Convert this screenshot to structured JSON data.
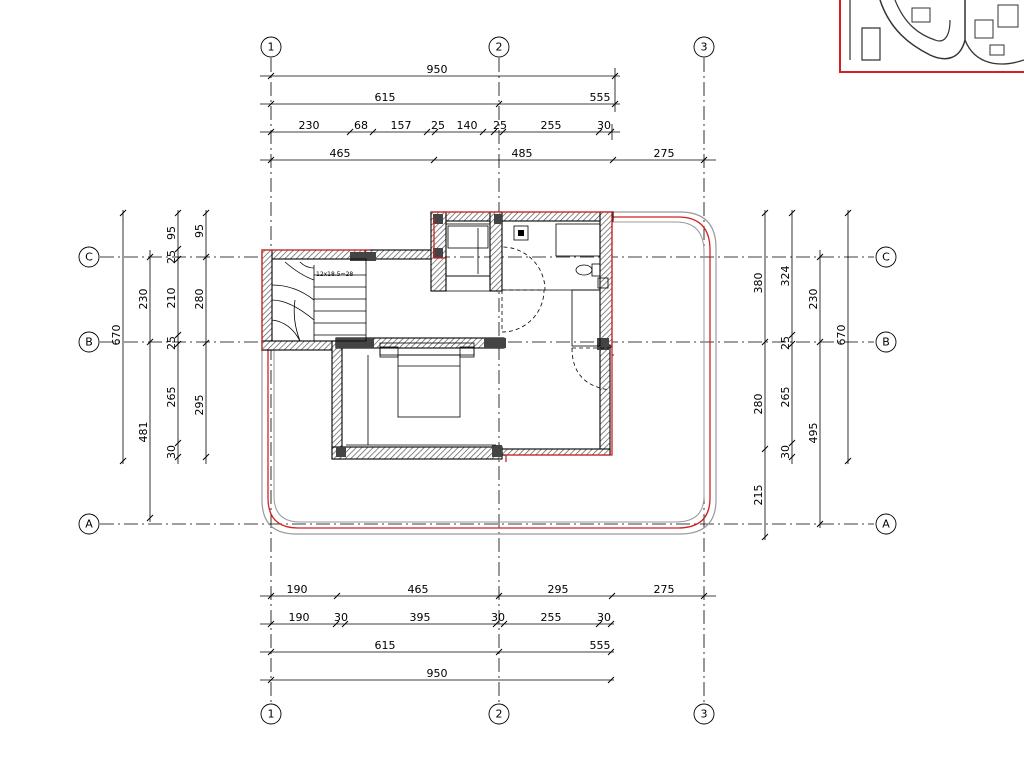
{
  "plan": {
    "axes_vertical": [
      "1",
      "2",
      "3"
    ],
    "axes_horizontal": [
      "C",
      "B",
      "A"
    ],
    "top_dimensions": {
      "row1": [
        "950"
      ],
      "row2": [
        "615",
        "555"
      ],
      "row3": [
        "230",
        "68",
        "157",
        "25",
        "140",
        "25",
        "255",
        "30"
      ],
      "row4": [
        "465",
        "485",
        "275"
      ]
    },
    "bottom_dimensions": {
      "row1": [
        "190",
        "465",
        "295",
        "275"
      ],
      "row2": [
        "190",
        "30",
        "395",
        "30",
        "255",
        "30"
      ],
      "row3": [
        "615",
        "555"
      ],
      "row4": [
        "950"
      ]
    },
    "left_dimensions": {
      "col1": [
        "670"
      ],
      "col2": [
        "230",
        "481"
      ],
      "col3": [
        "25",
        "95",
        "210",
        "25",
        "265",
        "30"
      ],
      "col4": [
        "95",
        "280",
        "295"
      ]
    },
    "right_dimensions": {
      "col1": [
        "380",
        "280",
        "215"
      ],
      "col2": [
        "324",
        "25",
        "265",
        "30"
      ],
      "col3": [
        "230",
        "495"
      ],
      "col4": [
        "670"
      ]
    },
    "stair_label": "12x18.5=28"
  }
}
